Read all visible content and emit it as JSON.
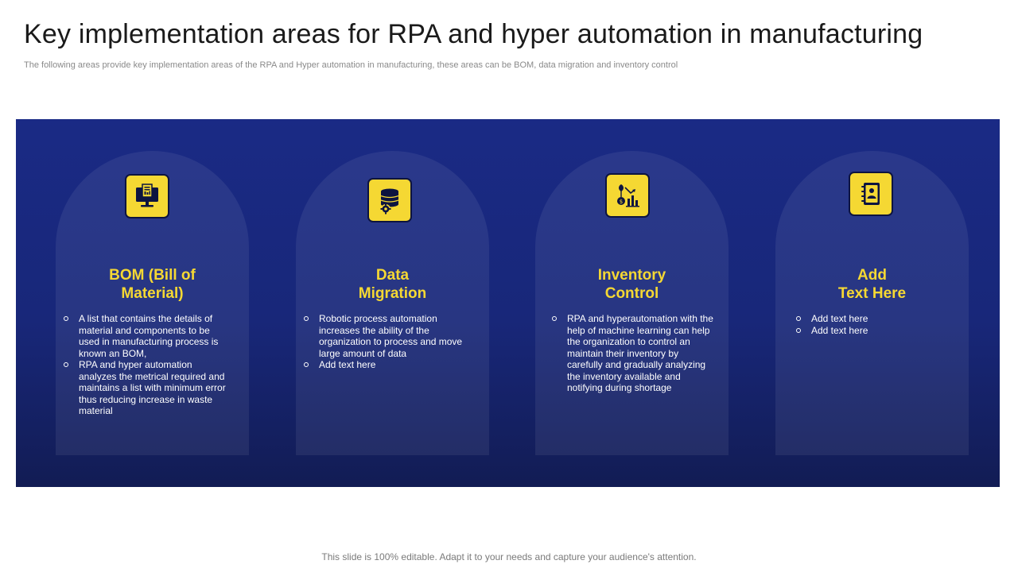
{
  "slide": {
    "title": "Key implementation areas for RPA and hyper automation in manufacturing",
    "subtitle": "The following areas provide key implementation areas of the RPA and Hyper automation in manufacturing, these areas can be BOM,  data migration and inventory control",
    "footer": "This slide is 100% editable. Adapt it to your needs and capture your audience's attention."
  },
  "theme": {
    "panel_color": "#1a2a85",
    "accent_color": "#f5d833",
    "text_color": "#ffffff"
  },
  "cards": [
    {
      "icon": "monitor-document-icon",
      "title_lines": [
        "BOM (Bill of",
        "Material)"
      ],
      "bullets": [
        "A list that contains the details of material and components to be used in manufacturing process  is known an BOM,",
        "RPA and hyper automation analyzes the metrical required and maintains a list with minimum error thus reducing increase in waste material"
      ]
    },
    {
      "icon": "database-gear-icon",
      "title_lines": [
        "Data",
        "Migration"
      ],
      "bullets": [
        "Robotic process automation increases the ability of the organization to process and move large amount of data",
        "Add text here"
      ]
    },
    {
      "icon": "growth-chart-icon",
      "title_lines": [
        "Inventory",
        "Control"
      ],
      "bullets": [
        "RPA and hyperautomation with the help of machine learning can help the organization to control an maintain their inventory by carefully and gradually analyzing the inventory available and notifying during shortage"
      ]
    },
    {
      "icon": "contact-book-icon",
      "title_lines": [
        "Add",
        "Text Here"
      ],
      "bullets": [
        "Add text here",
        "Add text here"
      ]
    }
  ]
}
